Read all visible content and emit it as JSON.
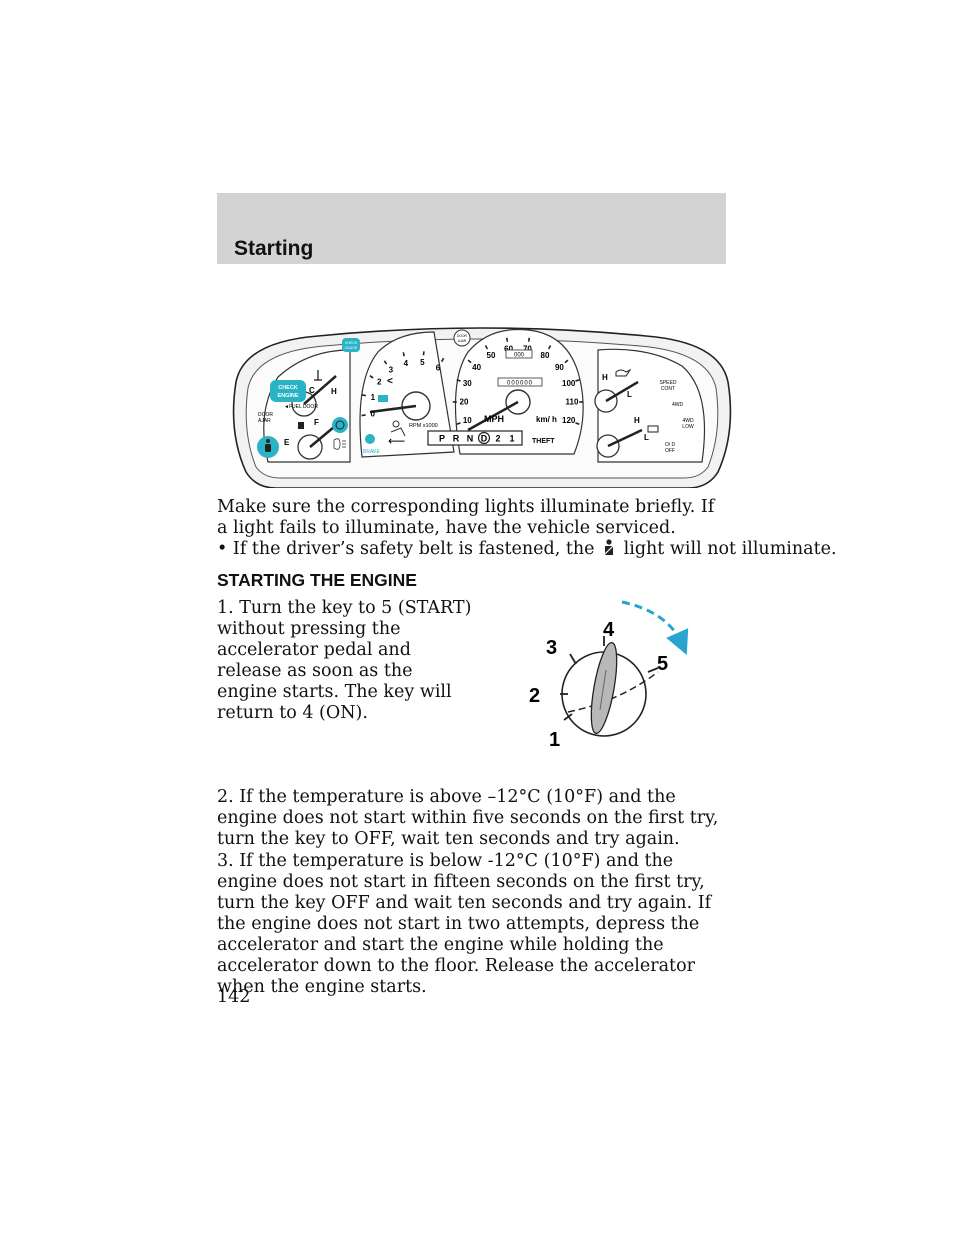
{
  "header": {
    "title": "Starting"
  },
  "cluster": {
    "warnings": {
      "check_engine": [
        "CHECK",
        "ENGINE"
      ],
      "door_ajar": [
        "DOOR",
        "AJAR"
      ],
      "fuel_door": "◄FUEL DOOR",
      "check_gauge": [
        "CHECK",
        "GAUGE"
      ],
      "door_ajar_top": [
        "DOOR",
        "AJAR"
      ],
      "brake": "BRAKE",
      "theft": "THEFT",
      "speed_cont": [
        "SPEED",
        "CONT"
      ],
      "four_wd": "4WD",
      "four_wd_low": [
        "4WD",
        "LOW"
      ],
      "od_off": [
        "O/ D",
        "OFF"
      ]
    },
    "temp_gauge": {
      "hot": "H",
      "cold": "C"
    },
    "fuel_gauge": {
      "full": "F",
      "empty": "E"
    },
    "tach": {
      "ticks": [
        "0",
        "1",
        "2",
        "3",
        "4",
        "5",
        "6"
      ],
      "units": "RPM x1000"
    },
    "speedo": {
      "ticks": [
        "10",
        "20",
        "30",
        "40",
        "50",
        "60",
        "70",
        "80",
        "90",
        "100",
        "110",
        "120"
      ],
      "units_mph": "MPH",
      "units_kmh": "km/ h",
      "odometer": "000000",
      "trip": "000"
    },
    "oil_gauge": {
      "high": "H",
      "low": "L"
    },
    "volt_gauge": {
      "high": "H",
      "low": "L"
    },
    "prndl": [
      "P",
      "R",
      "N",
      "D",
      "2",
      "1"
    ],
    "prndl_selected": "D"
  },
  "paragraphs": {
    "lights_check": "Make sure the corresponding lights illuminate briefly. If a light fails to illuminate, have the vehicle serviced.",
    "seatbelt_before": "If the driver’s safety belt is fastened, the",
    "seatbelt_after": "light will not illuminate."
  },
  "bullet": "•",
  "section": {
    "heading": "STARTING THE ENGINE"
  },
  "steps": {
    "step1": "1. Turn the key to 5 (START) without pressing the accelerator pedal and release as soon as the engine starts. The key will return to 4 (ON).",
    "step2": "2. If the temperature is above –12°C (10°F) and the engine does not start within five seconds on the first try, turn the key to OFF, wait ten seconds and try again.",
    "step3": "3. If the temperature is below -12°C (10°F) and the engine does not start in fifteen seconds on the first try, turn the key OFF and wait ten seconds and try again. If the engine does not start in two attempts, depress the accelerator and start the engine while holding the accelerator down to the floor. Release the accelerator when the engine starts."
  },
  "ignition": {
    "positions": [
      "1",
      "2",
      "3",
      "4",
      "5"
    ]
  },
  "colors": {
    "warning_fill": "#2ab3c4",
    "arrow": "#2aa3cf",
    "header_band": "#d3d3d3"
  },
  "page": {
    "number": "142"
  }
}
